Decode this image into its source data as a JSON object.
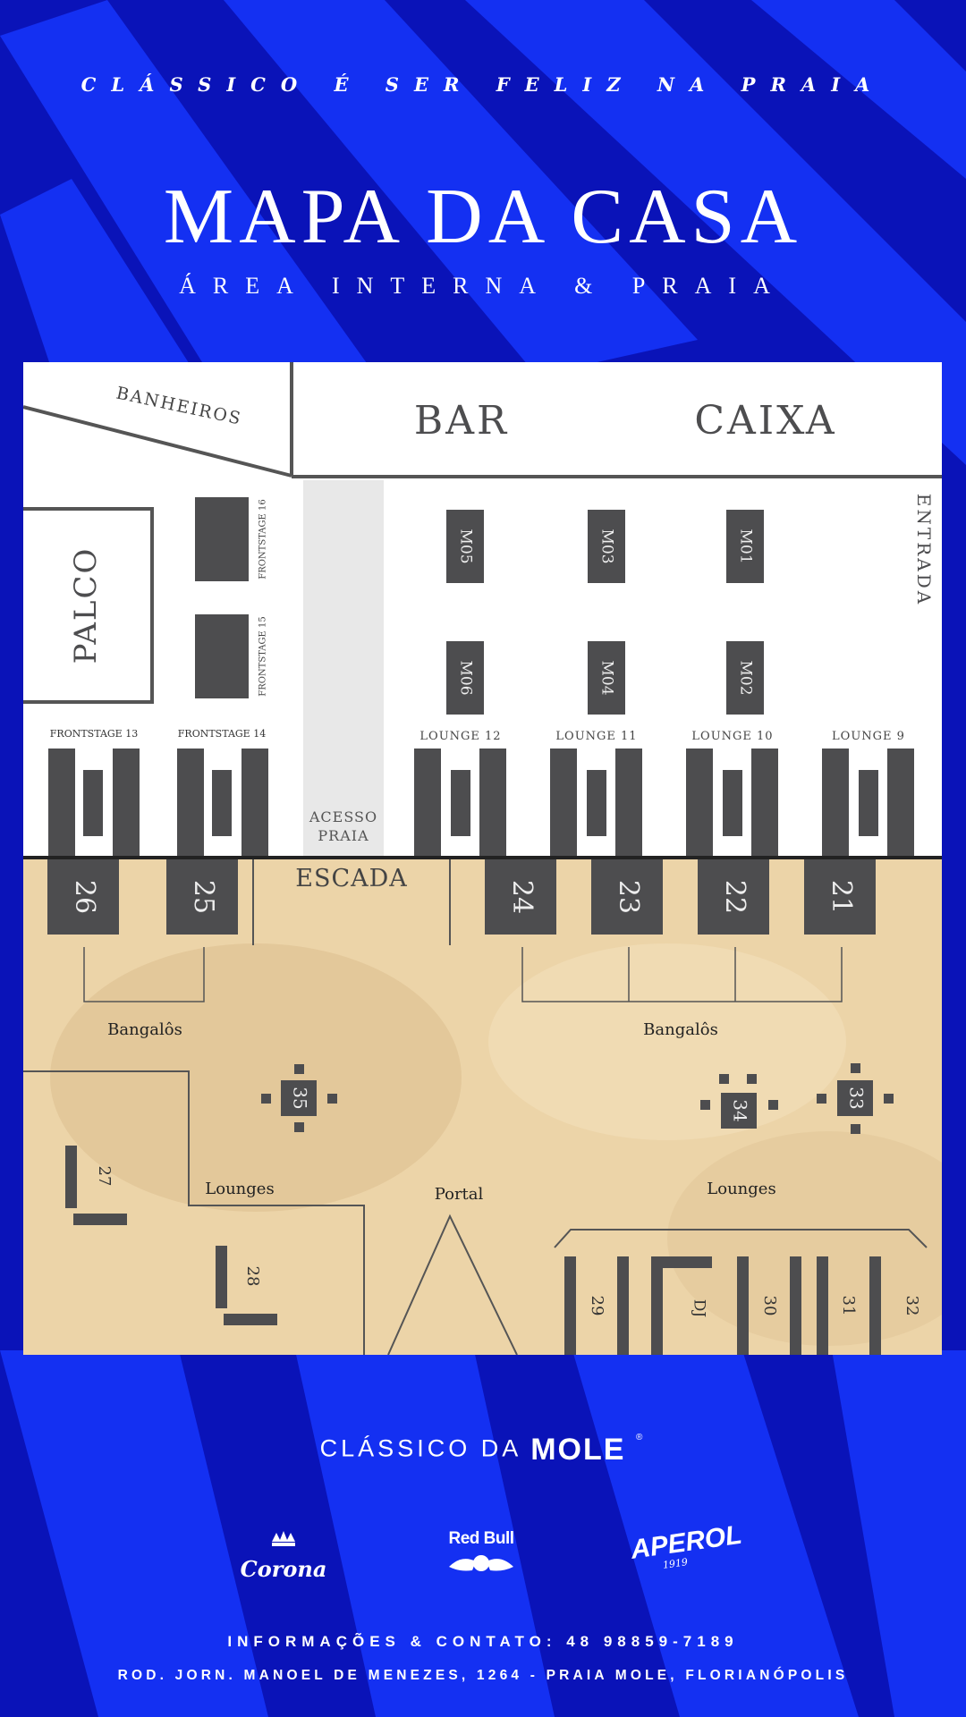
{
  "header": {
    "tagline": "CLÁSSICO É SER FELIZ NA PRAIA",
    "title": "MAPA DA CASA",
    "subtitle": "ÁREA INTERNA & PRAIA"
  },
  "map": {
    "banheiros": "BANHEIROS",
    "bar": "BAR",
    "caixa": "CAIXA",
    "entrada": "ENTRADA",
    "palco": "PALCO",
    "acesso_praia_1": "ACESSO",
    "acesso_praia_2": "PRAIA",
    "escada": "ESCADA",
    "frontstage_16": "FRONTSTAGE 16",
    "frontstage_15": "FRONTSTAGE 15",
    "frontstage_13": "FRONTSTAGE 13",
    "frontstage_14": "FRONTSTAGE 14",
    "mesas": {
      "m05": "M05",
      "m03": "M03",
      "m01": "M01",
      "m06": "M06",
      "m04": "M04",
      "m02": "M02"
    },
    "lounges_top": {
      "l12": "LOUNGE 12",
      "l11": "LOUNGE 11",
      "l10": "LOUNGE 10",
      "l9": "LOUNGE 9"
    },
    "bangalos": {
      "b26": "26",
      "b25": "25",
      "b24": "24",
      "b23": "23",
      "b22": "22",
      "b21": "21"
    },
    "bangalos_label_left": "Bangalôs",
    "bangalos_label_right": "Bangalôs",
    "tables": {
      "t35": "35",
      "t34": "34",
      "t33": "33"
    },
    "lounges_left": "Lounges",
    "lounges_right": "Lounges",
    "portal": "Portal",
    "beach_lounges": {
      "l27": "27",
      "l28": "28",
      "l29": "29",
      "dj": "DJ",
      "l30": "30",
      "l31": "31",
      "l32": "32"
    }
  },
  "footer": {
    "brand_prefix": "CLÁSSICO DA",
    "brand_name": "MOLE",
    "sponsors": [
      "Corona",
      "Red Bull",
      "APEROL",
      "1919"
    ],
    "info": "INFORMAÇÕES & CONTATO: 48 98859-7189",
    "address": "ROD. JORN. MANOEL DE MENEZES, 1264 - PRAIA MOLE, FLORIANÓPOLIS"
  },
  "colors": {
    "background": "#0a13b8",
    "stripe": "#1430f2",
    "furniture": "#4d4d4f",
    "sand": "#ecd4a8",
    "white": "#ffffff"
  }
}
